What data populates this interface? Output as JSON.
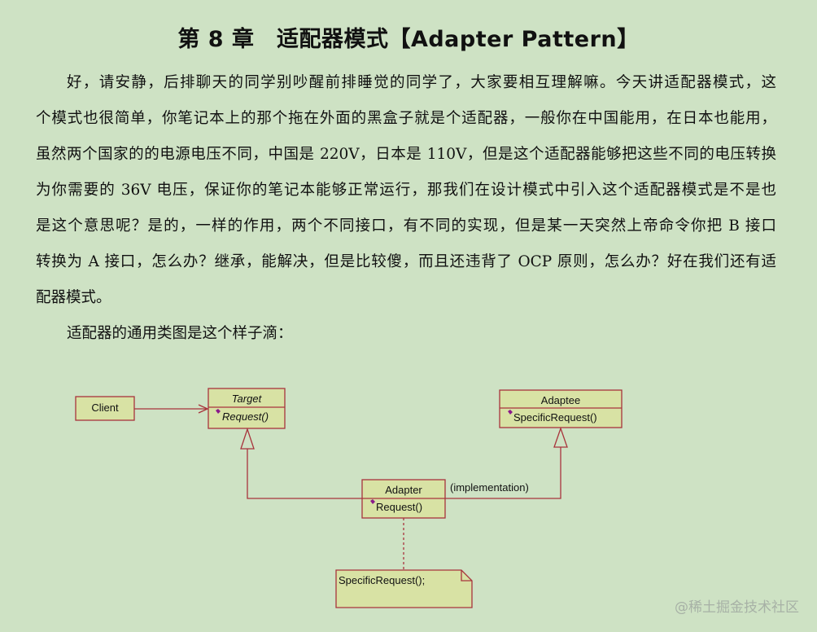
{
  "title": "第 8 章　适配器模式【Adapter Pattern】",
  "paragraph_lines": [
    "好，请安静，后排聊天的同学别吵醒前排睡觉的同学了，大家要相互理解嘛。今天讲适配器模式，这",
    "个模式也很简单，你笔记本上的那个拖在外面的黑盒子就是个适配器，一般你在中国能用，在日本也能用，",
    "虽然两个国家的的电源电压不同，中国是 220V，日本是 110V，但是这个适配器能够把这些不同的电压转换",
    "为你需要的 36V 电压，保证你的笔记本能够正常运行，那我们在设计模式中引入这个适配器模式是不是也",
    "是这个意思呢？是的，一样的作用，两个不同接口，有不同的实现，但是某一天突然上帝命令你把 B 接口",
    "转换为 A 接口，怎么办？继承，能解决，但是比较傻，而且还违背了 OCP 原则，怎么办？好在我们还有适",
    "配器模式。"
  ],
  "caption": "适配器的通用类图是这个样子滴：",
  "diagram": {
    "client": "Client",
    "target": {
      "name": "Target",
      "method": "Request()"
    },
    "adaptee": {
      "name": "Adaptee",
      "method": "SpecificRequest()"
    },
    "adapter": {
      "name": "Adapter",
      "method": "Request()"
    },
    "relation_label": "(implementation)",
    "note": "SpecificRequest();"
  },
  "watermark": "@稀土掘金技术社区",
  "colors": {
    "box_fill": "#d8e2a4",
    "box_border": "#a8343c",
    "method_icon": "#8a1a8a"
  }
}
